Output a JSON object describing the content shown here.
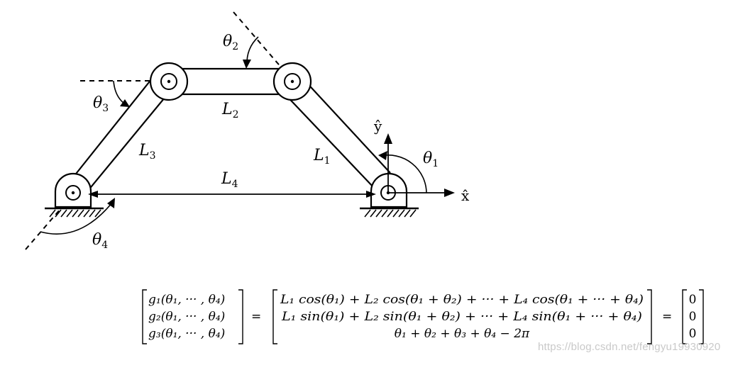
{
  "diagram": {
    "labels": {
      "theta1": "θ",
      "theta1_sub": "1",
      "theta2": "θ",
      "theta2_sub": "2",
      "theta3": "θ",
      "theta3_sub": "3",
      "theta4": "θ",
      "theta4_sub": "4",
      "L1": "L",
      "L1_sub": "1",
      "L2": "L",
      "L2_sub": "2",
      "L3": "L",
      "L3_sub": "3",
      "L4": "L",
      "L4_sub": "4",
      "x_axis": "x̂",
      "y_axis": "ŷ"
    }
  },
  "equation": {
    "lhs": [
      "g₁(θ₁, ··· , θ₄)",
      "g₂(θ₁, ··· , θ₄)",
      "g₃(θ₁, ··· , θ₄)"
    ],
    "eq1": "=",
    "mid": [
      "L₁ cos(θ₁) + L₂ cos(θ₁ + θ₂) + ··· + L₄ cos(θ₁ + ··· + θ₄)",
      "L₁ sin(θ₁) + L₂ sin(θ₁ + θ₂) + ··· + L₄ sin(θ₁ + ··· + θ₄)",
      "θ₁ + θ₂ + θ₃ + θ₄ − 2π"
    ],
    "eq2": "=",
    "rhs": [
      "0",
      "0",
      "0"
    ]
  },
  "watermark": "https://blog.csdn.net/fengyu19930920"
}
